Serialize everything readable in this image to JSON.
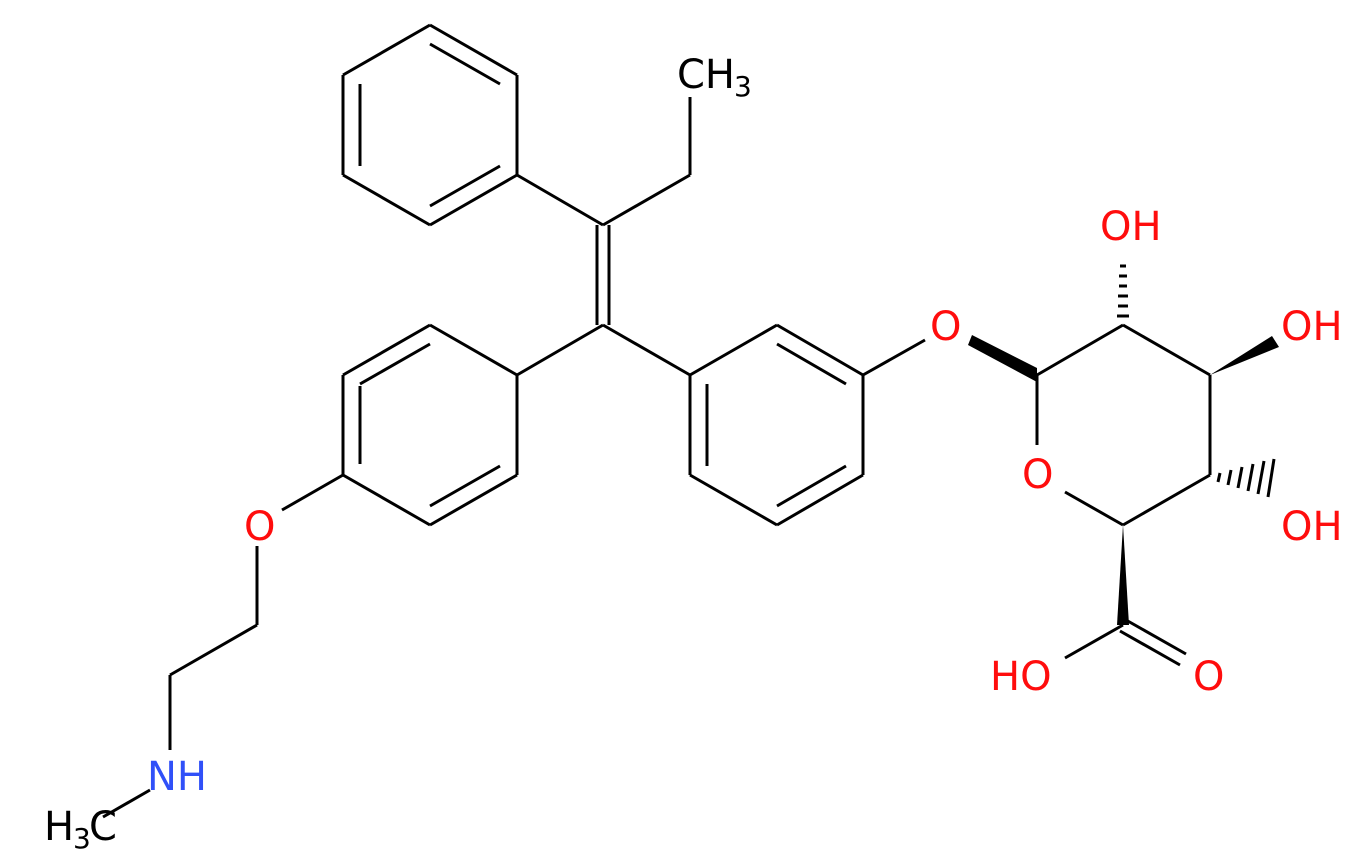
{
  "colors": {
    "background": "#ffffff",
    "bond": "#000000",
    "oxygen": "#ff0d0d",
    "nitrogen": "#3050f8",
    "carbon": "#000000"
  },
  "labels": {
    "ch3_top": {
      "main": "CH",
      "sub": "3"
    },
    "h3c_nme": {
      "main": "H",
      "sub": "3",
      "tail": "C"
    },
    "nh": "NH",
    "o_ether": "O",
    "o_glyco": "O",
    "o_ring": "O",
    "oh_c2": "OH",
    "oh_c3": "OH",
    "oh_c4": "OH",
    "ho_acid": "HO",
    "o_carbonyl": "O"
  }
}
